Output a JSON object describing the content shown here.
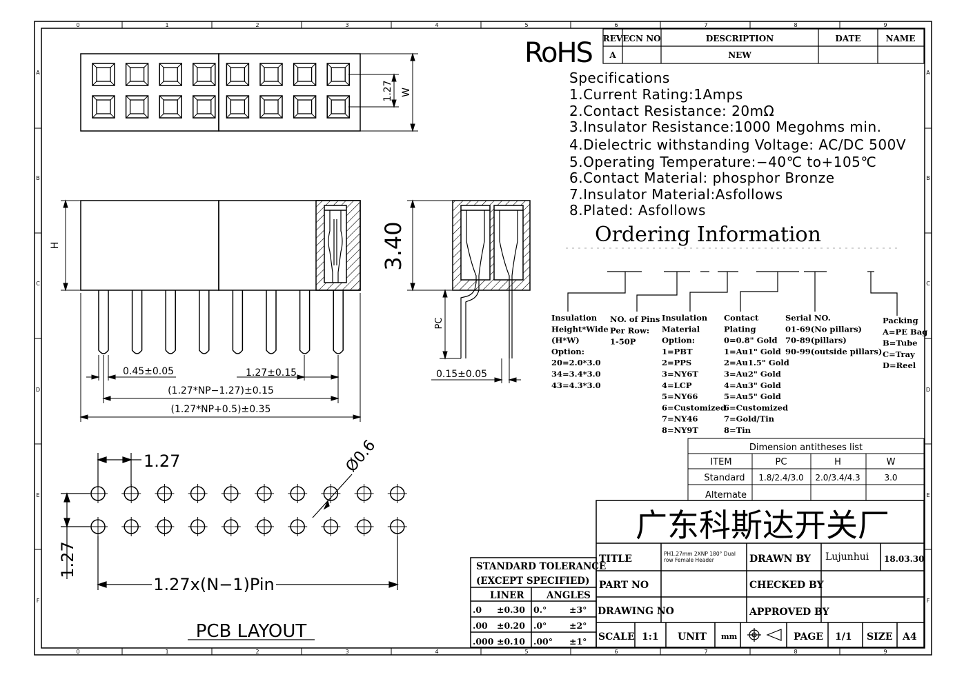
{
  "grid": {
    "columns": [
      "0",
      "1",
      "2",
      "3",
      "4",
      "5",
      "6",
      "7",
      "8",
      "9"
    ],
    "rows": [
      "A",
      "B",
      "C",
      "D",
      "E",
      "F"
    ]
  },
  "revision": {
    "headers": [
      "REV",
      "ECN NO",
      "DESCRIPTION",
      "DATE",
      "NAME"
    ],
    "row": [
      "A",
      "",
      "NEW",
      "",
      ""
    ]
  },
  "rohs": "RoHS",
  "specifications": {
    "heading": "Specifications",
    "items": [
      "1.Current  Rating:1Amps",
      "2.Contact  Resistance:  20mΩ",
      "3.Insulator  Resistance:1000  Megohms  min.",
      "4.Dielectric  withstanding  Voltage:  AC/DC  500V",
      "5.Operating  Temperature:−40℃  to+105℃",
      "6.Contact  Material:  phosphor  Bronze",
      "7.Insulator  Material:Asfollows",
      "8.Plated:  Asfollows"
    ]
  },
  "ordering": {
    "title": "Ordering  Information",
    "columns": [
      {
        "lines": [
          "Insulation",
          "Height*Wide",
          "(H*W)",
          "Option:",
          "20=2.0*3.0",
          "34=3.4*3.0",
          "43=4.3*3.0"
        ]
      },
      {
        "lines": [
          "NO. of Pins",
          "Per Row:",
          "1-50P"
        ]
      },
      {
        "lines": [
          "Insulation",
          "Material",
          "Option:",
          "1=PBT",
          "2=PPS",
          "3=NY6T",
          "4=LCP",
          "5=NY66",
          "6=Customized",
          "7=NY46",
          "8=NY9T"
        ]
      },
      {
        "lines": [
          "Contact",
          "Plating",
          "0=0.8\" Gold",
          "1=Au1\" Gold",
          "2=Au1.5\" Gold",
          "3=Au2\" Gold",
          "4=Au3\" Gold",
          "5=Au5\" Gold",
          "6=Customized",
          "7=Gold/Tin",
          "8=Tin"
        ]
      },
      {
        "lines": [
          "Serial NO.",
          "01-69(No pillars)",
          "70-89(pillars)",
          "90-99(outside pillars)"
        ]
      },
      {
        "lines": [
          "Packing",
          "A=PE Bag",
          "B=Tube",
          "C=Tray",
          "D=Reel"
        ]
      }
    ]
  },
  "dim_list": {
    "title": "Dimension  antitheses  list",
    "headers": [
      "ITEM",
      "PC",
      "H",
      "W"
    ],
    "rows": [
      [
        "Standard",
        "1.8/2.4/3.0",
        "2.0/3.4/4.3",
        "3.0"
      ],
      [
        "Alternate",
        "",
        "",
        ""
      ]
    ]
  },
  "dimensions": {
    "top_pitch": "1.27",
    "top_w": "W",
    "side_h": "H",
    "height_340": "3.40",
    "pc": "PC",
    "pin_width": "0.45±0.05",
    "pitch_tol": "1.27±0.15",
    "row_span": "(1.27*NP−1.27)±0.15",
    "total_len": "(1.27*NP+0.5)±0.35",
    "offset": "0.15±0.05",
    "pcb_pitch_x": "1.27",
    "pcb_pitch_y": "1.27",
    "hole_dia": "Ø0.6",
    "pcb_span": "1.27x(N−1)Pin",
    "pcb_title": "PCB  LAYOUT"
  },
  "company": "广东科斯达开关厂",
  "tolerance": {
    "title1": "STANDARD  TOLERANCE",
    "title2": "(EXCEPT   SPECIFIED)",
    "h_linear": "LINER",
    "h_angles": "ANGLES",
    "rows": [
      [
        ".0",
        "±0.30",
        "0.°",
        "±3°"
      ],
      [
        ".00",
        "±0.20",
        ".0°",
        "±2°"
      ],
      [
        ".000",
        "±0.10",
        ".00°",
        "±1°"
      ]
    ]
  },
  "title_block": {
    "title_label": "TITLE",
    "title_value_1": "PH1.27mm  2XNP  180°  Dual",
    "title_value_2": "row  Female  Header",
    "drawn_by_label": "DRAWN BY",
    "drawn_by": "Lujunhui",
    "date": "18.03.30",
    "part_no_label": "PART NO",
    "checked_by_label": "CHECKED BY",
    "drawing_no_label": "DRAWING NO",
    "approved_by_label": "APPROVED BY",
    "scale_label": "SCALE",
    "scale": "1:1",
    "unit_label": "UNIT",
    "unit": "mm",
    "page_label": "PAGE",
    "page": "1/1",
    "size_label": "SIZE",
    "size": "A4"
  }
}
